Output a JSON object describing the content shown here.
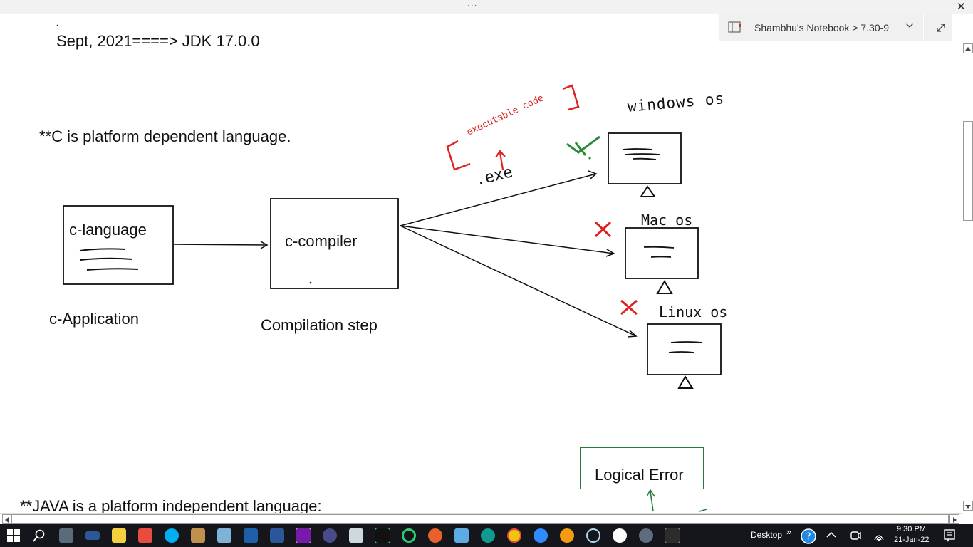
{
  "window": {
    "grip": "···",
    "close_icon": "close-icon"
  },
  "notebook_bar": {
    "breadcrumb": "Shambhu's Notebook > 7.30-9"
  },
  "page": {
    "dot": ".",
    "jdk_line": "Sept, 2021====> JDK 17.0.0",
    "c_statement": "**C is platform dependent language.",
    "c_language_label": "c-language",
    "c_compiler_label": "c-compiler",
    "c_application_caption": "c-Application",
    "compilation_caption": "Compilation step",
    "exe_label": ".exe",
    "executable_code_label": "executable code",
    "windows_os_label": "windows",
    "mac_os_label": "Mac os",
    "linux_os_label": "Linux os",
    "logical_error_label": "Logical Error",
    "java_statement": "**JAVA is a platform independent language:"
  },
  "colors": {
    "ink": "#111111",
    "red_ink": "#e02020",
    "green_ink": "#2a8a3a",
    "logical_box_border": "#2a7a3a",
    "taskbar_bg": "#15151c",
    "onenote_purple": "#7719aa"
  },
  "taskbar": {
    "desktop_label": "Desktop",
    "overflow": "»",
    "time": "9:30 PM",
    "date": "21-Jan-22"
  }
}
